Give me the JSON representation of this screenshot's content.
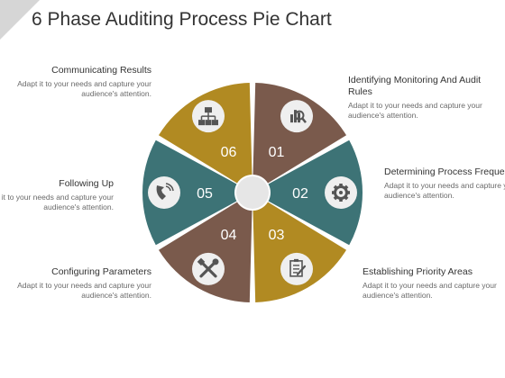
{
  "title": "6 Phase Auditing Process Pie Chart",
  "colors": {
    "brown": "#7a5a4c",
    "teal": "#3d7376",
    "gold": "#b18a22",
    "center": "#e6e6e6",
    "icon_bg": "#efefef",
    "icon": "#555555",
    "corner": "#d6d6d6"
  },
  "segments": [
    {
      "number": "01",
      "color": "#7a5a4c",
      "icon": "chart-magnifier-icon",
      "heading": "Identifying Monitoring And Audit Rules",
      "description": "Adapt it to your needs and capture your audience's attention."
    },
    {
      "number": "02",
      "color": "#3d7376",
      "icon": "gear-icon",
      "heading": "Determining Process Frequency",
      "description": "Adapt it to your needs and capture your audience's attention."
    },
    {
      "number": "03",
      "color": "#b18a22",
      "icon": "checklist-icon",
      "heading": "Establishing Priority Areas",
      "description": "Adapt it to your needs and capture your audience's attention."
    },
    {
      "number": "04",
      "color": "#7a5a4c",
      "icon": "tools-icon",
      "heading": "Configuring Parameters",
      "description": "Adapt it to your needs and capture your audience's attention."
    },
    {
      "number": "05",
      "color": "#3d7376",
      "icon": "phone-icon",
      "heading": "Following Up",
      "description": "Adapt it to your needs and capture your audience's attention."
    },
    {
      "number": "06",
      "color": "#b18a22",
      "icon": "org-chart-icon",
      "heading": "Communicating Results",
      "description": "Adapt it to your needs and capture your audience's attention."
    }
  ]
}
